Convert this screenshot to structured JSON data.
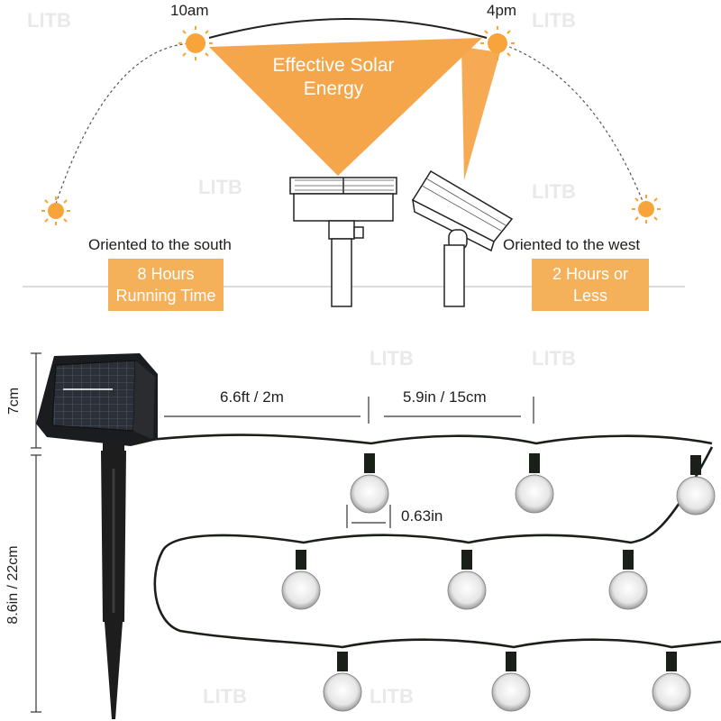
{
  "times": {
    "morning": "10am",
    "afternoon": "4pm"
  },
  "energy_label": {
    "line1": "Effective Solar",
    "line2": "Energy"
  },
  "left": {
    "orientation": "Oriented to the south",
    "badge_line1": "8 Hours",
    "badge_line2": "Running Time"
  },
  "right": {
    "orientation": "Oriented to the west",
    "badge_line1": "2 Hours or",
    "badge_line2": "Less"
  },
  "dimensions": {
    "panel_height": "7cm",
    "stake_height": "8.6in / 22cm",
    "lead_length": "6.6ft / 2m",
    "bulb_spacing": "5.9in / 15cm",
    "bulb_diameter": "0.63in"
  },
  "watermark": "LITB",
  "colors": {
    "accent": "#f5a54a",
    "badge": "#f5b05a",
    "sun": "#f7a43a"
  }
}
